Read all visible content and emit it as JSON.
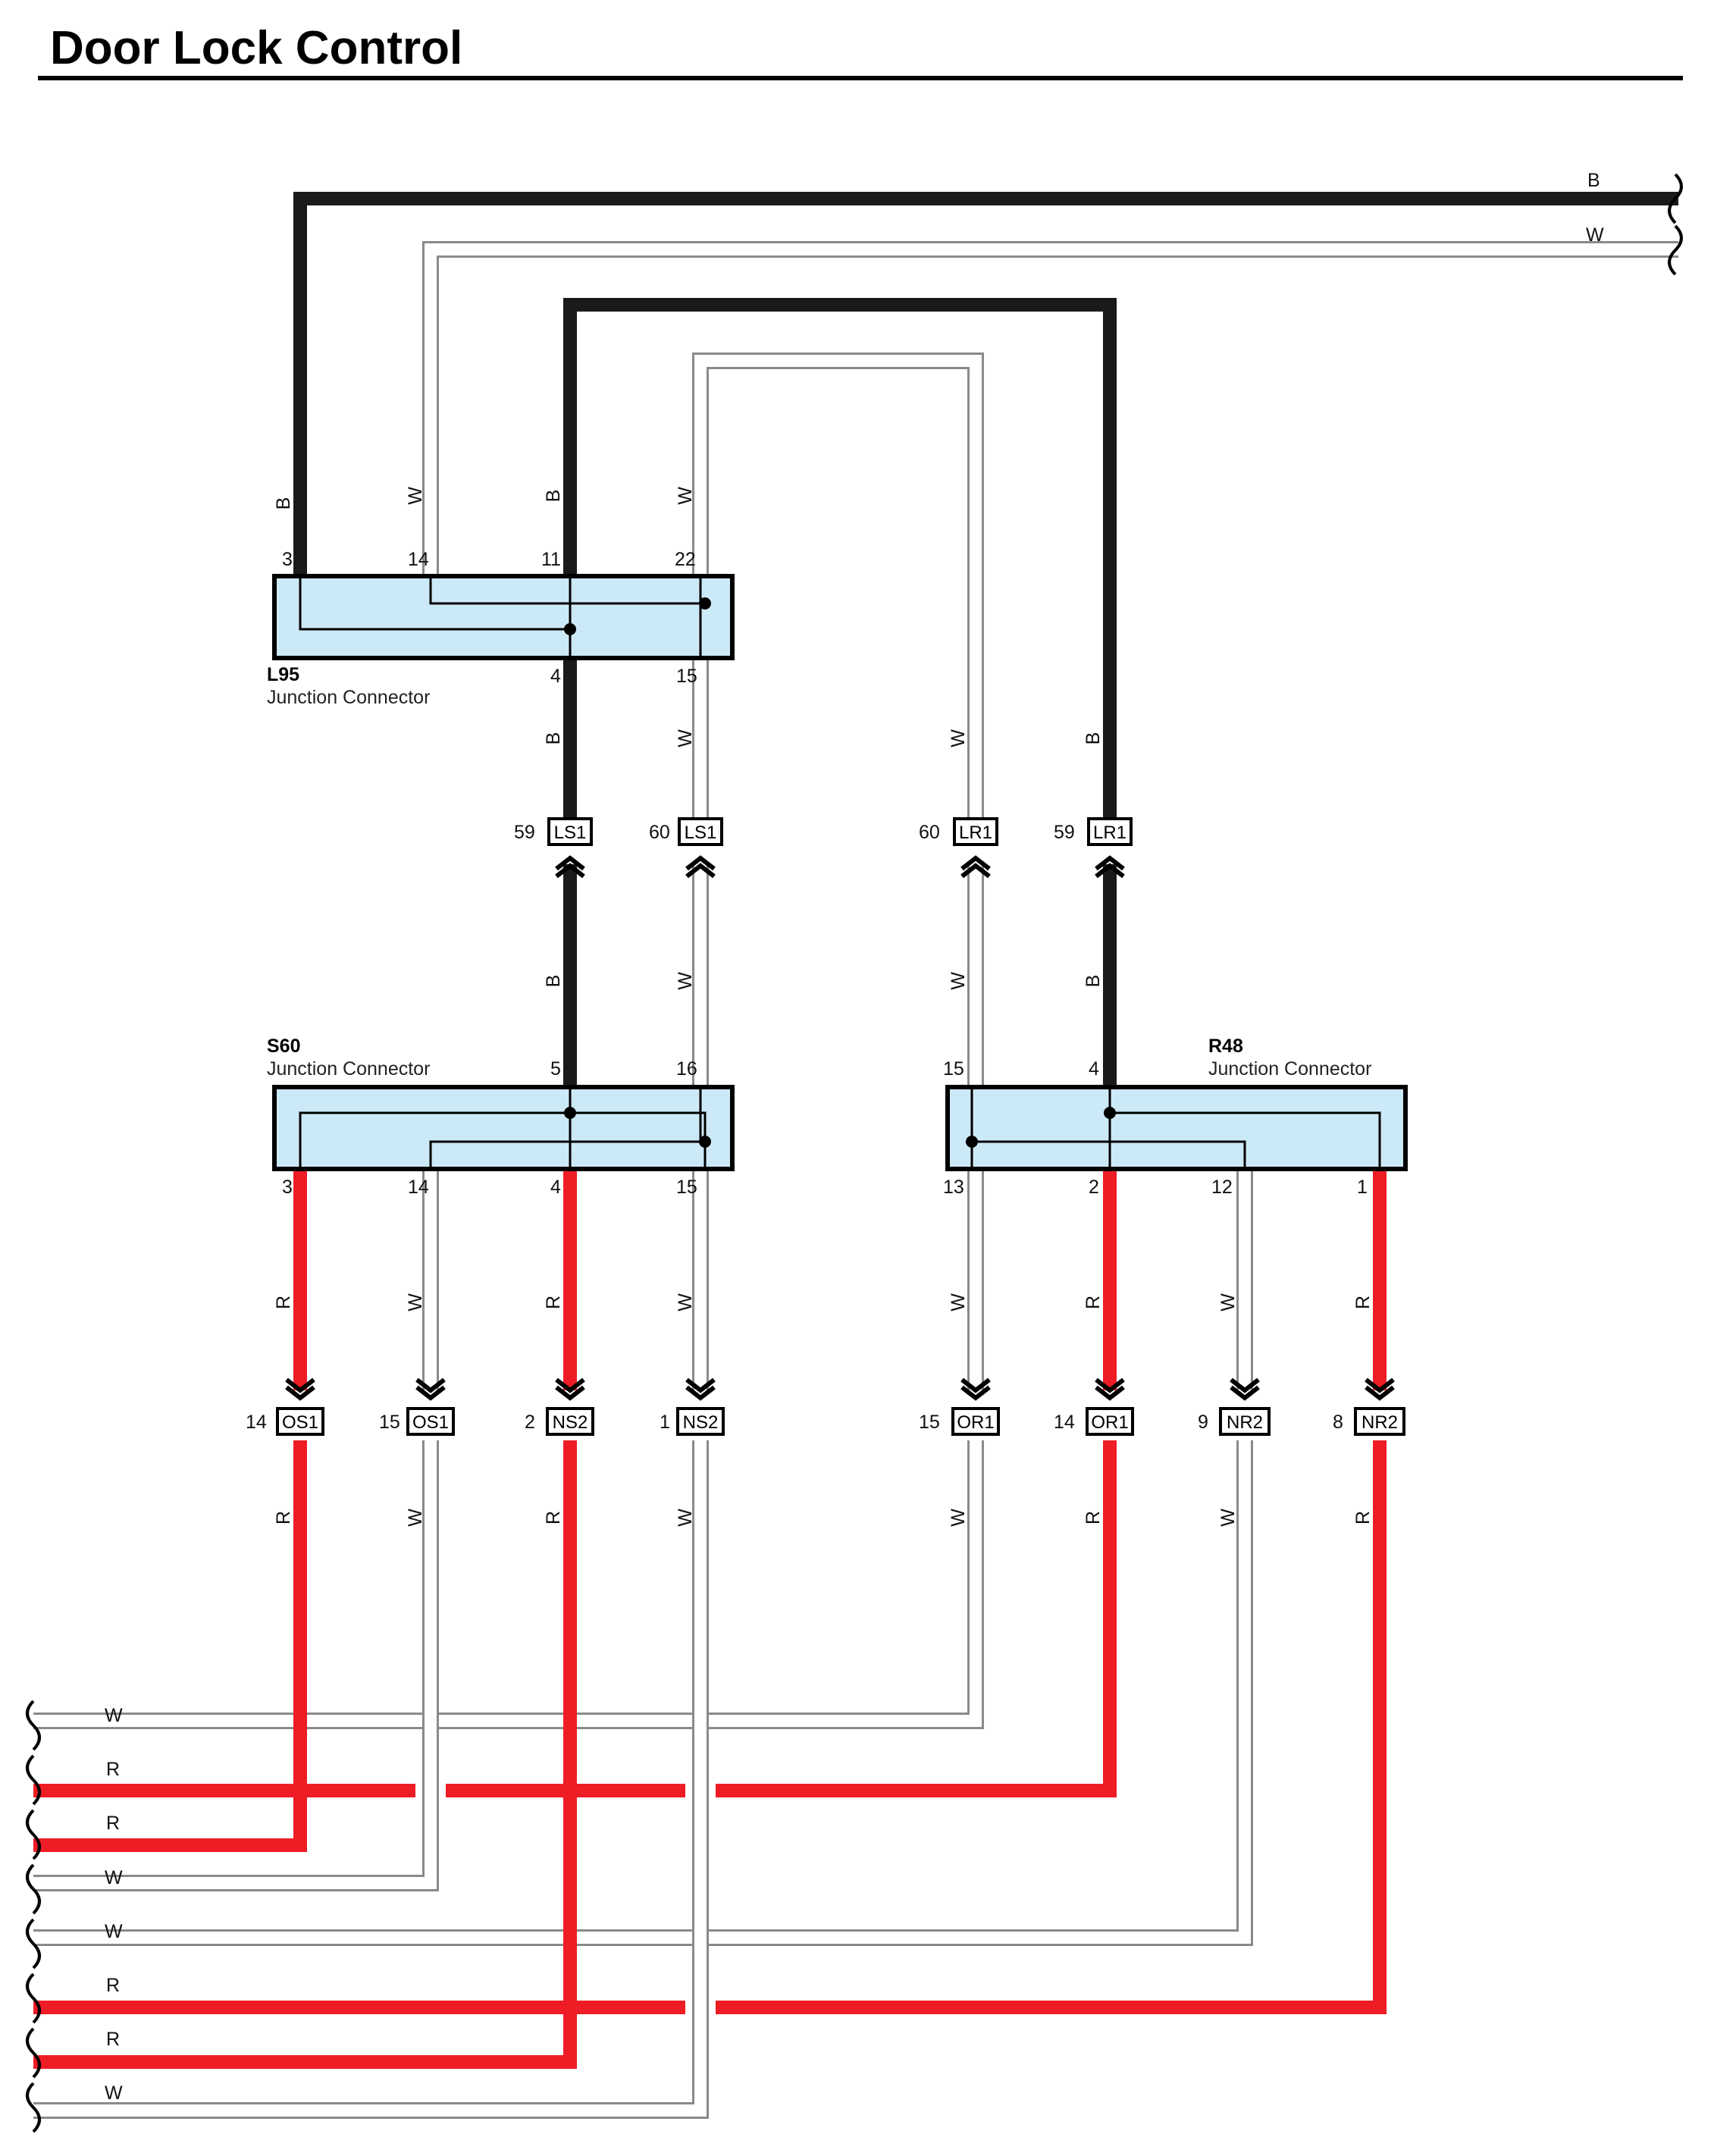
{
  "title": "Door Lock Control",
  "colors": {
    "black": "#1a1a1a",
    "red": "#ee1c25",
    "white_wire_outline": "#8a8a8a",
    "connector_fill": "#cce9f7"
  },
  "connectors": {
    "L95": {
      "name": "L95",
      "desc": "Junction Connector",
      "pins": [
        "3",
        "14",
        "11",
        "22",
        "4",
        "15"
      ]
    },
    "S60": {
      "name": "S60",
      "desc": "Junction Connector",
      "pins": [
        "5",
        "16",
        "3",
        "14",
        "4",
        "15"
      ]
    },
    "R48": {
      "name": "R48",
      "desc": "Junction Connector",
      "pins": [
        "15",
        "4",
        "13",
        "2",
        "12",
        "1"
      ]
    }
  },
  "inline": {
    "LS1": {
      "tag": "LS1",
      "pins": [
        "59",
        "60"
      ]
    },
    "LR1": {
      "tag": "LR1",
      "pins": [
        "60",
        "59"
      ]
    },
    "OS1": {
      "tag": "OS1",
      "pins": [
        "14",
        "15"
      ]
    },
    "NS2": {
      "tag": "NS2",
      "pins": [
        "2",
        "1"
      ]
    },
    "OR1": {
      "tag": "OR1",
      "pins": [
        "15",
        "14"
      ]
    },
    "NR2": {
      "tag": "NR2",
      "pins": [
        "9",
        "8"
      ]
    }
  },
  "wire_colors": {
    "B": "B",
    "W": "W",
    "R": "R"
  },
  "left_edge_wires": [
    "W",
    "R",
    "R",
    "W",
    "W",
    "R",
    "R",
    "W"
  ],
  "right_edge_wires": [
    "B",
    "W"
  ]
}
